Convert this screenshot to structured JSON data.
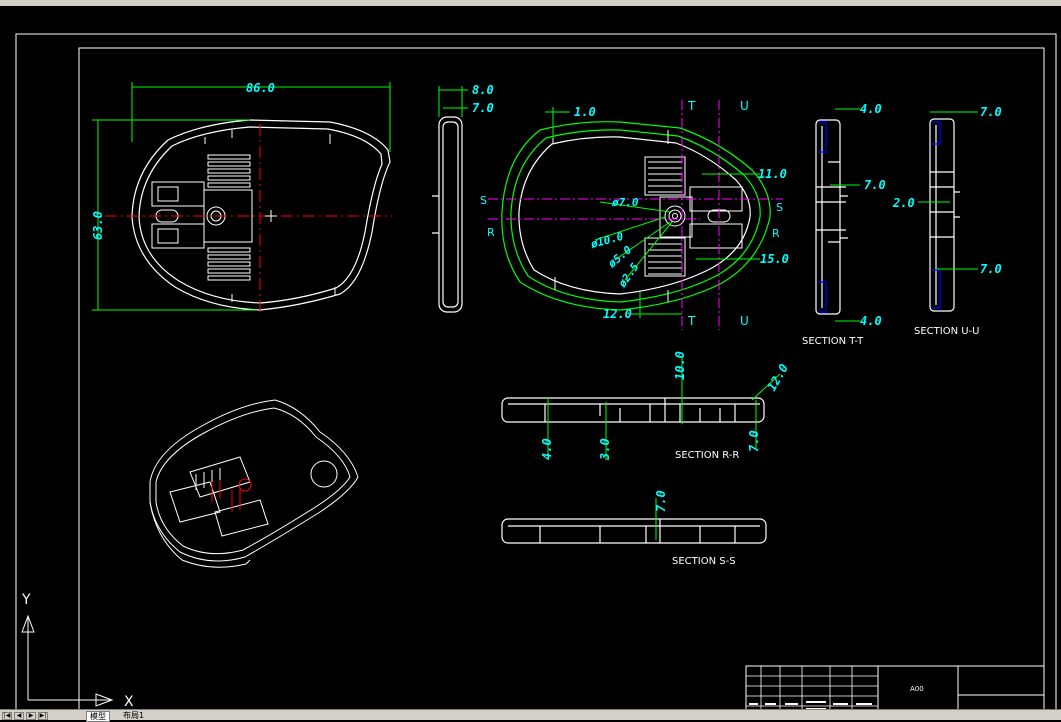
{
  "colors": {
    "background": "#000000",
    "outline": "#ffffff",
    "dimension": "#00ff00",
    "dim_text": "#00ffff",
    "centerline": "#ff0000",
    "section_line": "#ff00ff",
    "highlight": "#00ff00"
  },
  "top_view": {
    "width_dim": "86.0",
    "height_dim": "63.0"
  },
  "side_view": {
    "dim_a": "8.0",
    "dim_b": "7.0"
  },
  "detail_view": {
    "dim_thickness": "1.0",
    "dim_11": "11.0",
    "dim_phi7": "ø7.0",
    "dim_phi10": "ø10.0",
    "dim_phi5": "ø5.0",
    "dim_phi2_5": "ø2.5",
    "dim_15": "15.0",
    "dim_12": "12.0",
    "section_marks": {
      "t": "T",
      "u": "U",
      "s": "S",
      "r": "R"
    }
  },
  "section_tt": {
    "title": "SECTION T-T",
    "dim_top": "4.0",
    "dim_mid": "7.0",
    "dim_bottom": "4.0"
  },
  "section_uu": {
    "title": "SECTION U-U",
    "dim_top": "7.0",
    "dim_mid": "2.0",
    "dim_bottom": "7.0"
  },
  "section_rr": {
    "title": "SECTION R-R",
    "dim_10": "10.0",
    "dim_12": "12.0",
    "dim_4": "4.0",
    "dim_3": "3.0",
    "dim_7": "7.0"
  },
  "section_ss": {
    "title": "SECTION S-S",
    "dim_7": "7.0"
  },
  "ucs": {
    "x_label": "X",
    "y_label": "Y"
  },
  "title_block": {
    "code": "A00"
  },
  "tabs": {
    "model": "模型",
    "layout": "布局1"
  }
}
